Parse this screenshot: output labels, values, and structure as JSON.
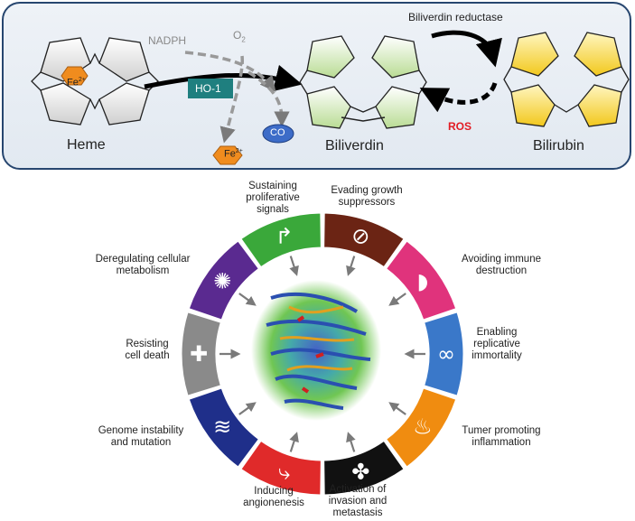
{
  "pathway": {
    "heme": "Heme",
    "biliverdin": "Biliverdin",
    "bilirubin": "Bilirubin",
    "fe_in_heme": "Fe",
    "fe_sup": "2+",
    "fe_out": "Fe",
    "fe_out_sup": "2+",
    "nadph": "NADPH",
    "o2": "O",
    "o2_sub": "2",
    "enzyme": "HO-1",
    "co": "CO",
    "reductase": "Biliverdin reductase",
    "ros": "ROS"
  },
  "hallmarks": [
    {
      "label1": "Sustaining",
      "label2": "proliferative",
      "label3": "signals",
      "color": "#3aa83a"
    },
    {
      "label1": "Evading growth",
      "label2": "suppressors",
      "label3": "",
      "color": "#6b2414"
    },
    {
      "label1": "Avoiding immune",
      "label2": "destruction",
      "label3": "",
      "color": "#e0337c"
    },
    {
      "label1": "Enabling",
      "label2": "replicative",
      "label3": "immortality",
      "color": "#3a78c9"
    },
    {
      "label1": "Tumer promoting",
      "label2": "inflammation",
      "label3": "",
      "color": "#f08c10"
    },
    {
      "label1": "Activation of",
      "label2": "invasion and",
      "label3": "metastasis",
      "color": "#111111"
    },
    {
      "label1": "Inducing",
      "label2": "angionenesis",
      "label3": "",
      "color": "#e02a2a"
    },
    {
      "label1": "Genome instability",
      "label2": "and mutation",
      "label3": "",
      "color": "#1f2f8a"
    },
    {
      "label1": "Resisting",
      "label2": "cell death",
      "label3": "",
      "color": "#8a8a8a"
    },
    {
      "label1": "Deregulating cellular",
      "label2": "metabolism",
      "label3": "",
      "color": "#5a2a90"
    }
  ],
  "colors": {
    "panel_border": "#27466f",
    "hexagon": "#f08c1e",
    "ho1_box": "#1f7f7f",
    "co_oval": "#3d6cc8",
    "ros": "#e21b23",
    "biliverdin_fill": "#d8ecc0",
    "bilirubin_fill": "#f5d840"
  }
}
